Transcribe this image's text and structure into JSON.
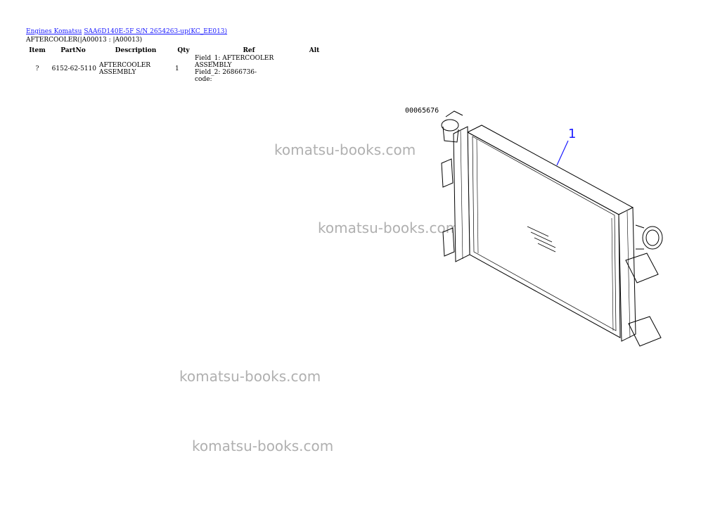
{
  "breadcrumb": {
    "link1": "Engines Komatsu",
    "link2": "SAA6D140E-5F S/N 2654263-up(KC_EE013)"
  },
  "subtitle": "AFTERCOOLER(|A00013 : |A00013)",
  "table": {
    "headers": [
      "Item",
      "PartNo",
      "Description",
      "Qty",
      "Ref",
      "Alt"
    ],
    "rows": [
      {
        "item": "?",
        "partno": "6152-62-5110",
        "description": "AFTERCOOLER ASSEMBLY",
        "qty": "1",
        "ref": [
          "Field_1: AFTERCOOLER ASSEMBLY",
          "Field_2: 26866736-",
          "code:"
        ],
        "alt": ""
      }
    ]
  },
  "drawing": {
    "drawing_number": "00065676",
    "callout": "1"
  },
  "watermark": "komatsu-books.com"
}
